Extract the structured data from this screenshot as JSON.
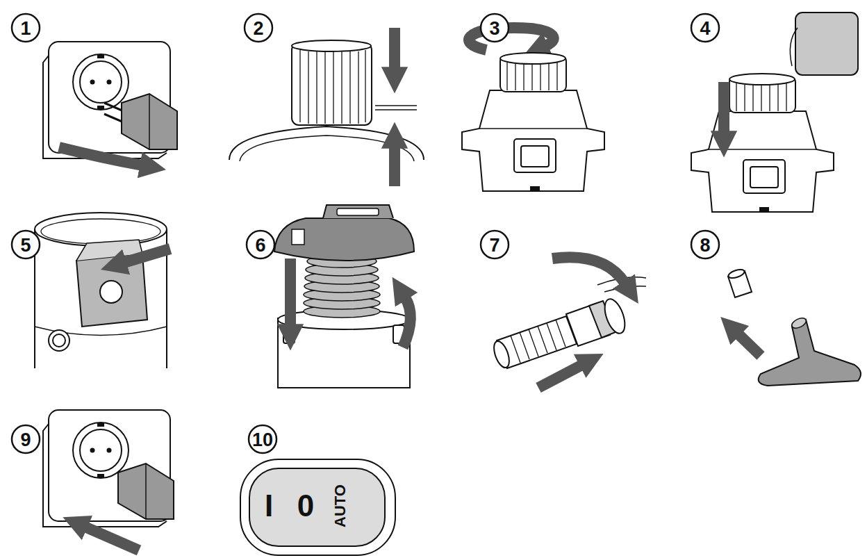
{
  "diagram": {
    "nodes": [
      {
        "text": [
          "1"
        ]
      },
      {
        "text": [
          "2"
        ]
      },
      {
        "text": [
          "3"
        ]
      },
      {
        "text": [
          "4"
        ]
      },
      {
        "text": [
          "5"
        ]
      },
      {
        "text": [
          "6"
        ]
      },
      {
        "text": [
          "7"
        ]
      },
      {
        "text": [
          "8"
        ]
      },
      {
        "text": [
          "9"
        ]
      },
      {
        "text": [
          "10"
        ]
      },
      {
        "text": [
          "I",
          "0",
          "AUTO"
        ]
      }
    ]
  }
}
